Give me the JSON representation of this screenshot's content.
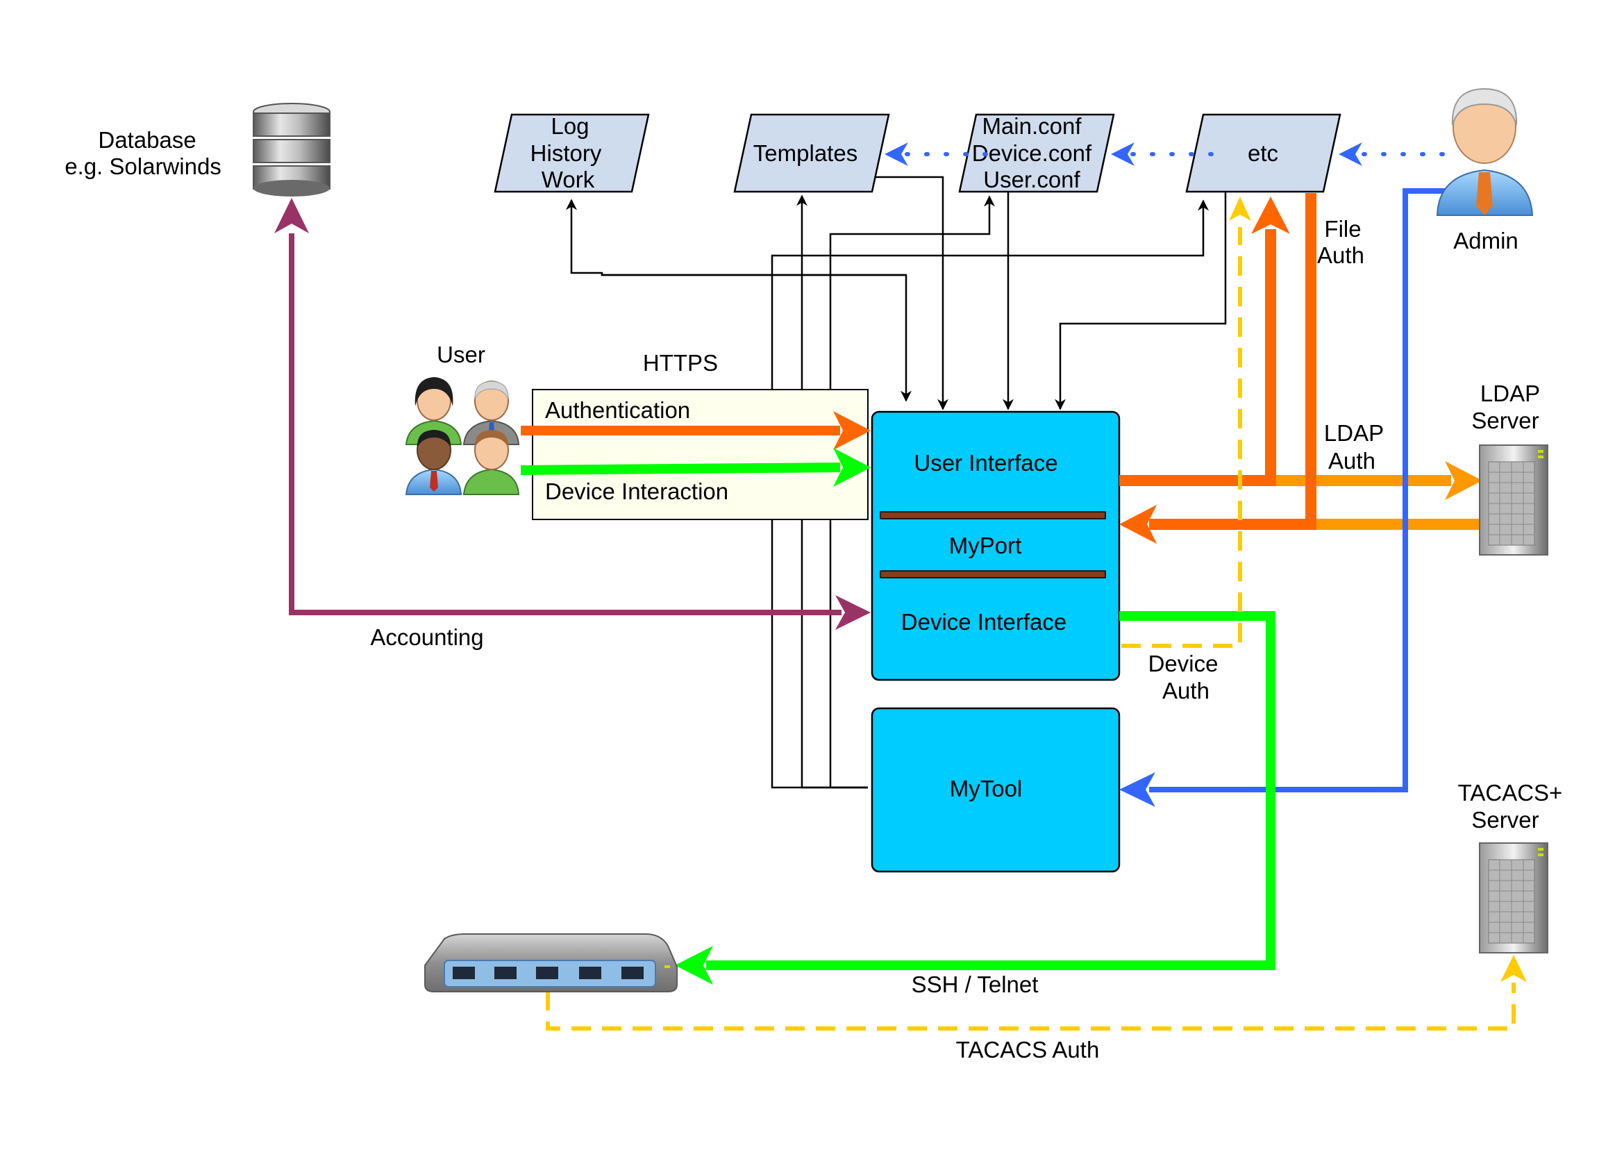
{
  "colors": {
    "box_fill": "#00ccff",
    "parallelogram_fill": "#cfdcee",
    "https_fill": "#ffffee",
    "orange": "#ff6600",
    "light_orange": "#ff9900",
    "green": "#00ff00",
    "blue": "#3366ff",
    "purple": "#993366",
    "yellow": "#ffcc00",
    "divider": "#8b3a1a"
  },
  "database": {
    "line1": "Database",
    "line2": "e.g. Solarwinds"
  },
  "files": {
    "log": {
      "line1": "Log",
      "line2": "History",
      "line3": "Work"
    },
    "templates": {
      "label": "Templates"
    },
    "conf": {
      "line1": "Main.conf",
      "line2": "Device.conf",
      "line3": "User.conf"
    },
    "etc": {
      "label": "etc"
    }
  },
  "admin": {
    "label": "Admin"
  },
  "user_group": {
    "label": "User"
  },
  "https": {
    "title": "HTTPS",
    "authentication": "Authentication",
    "device_interaction": "Device Interaction"
  },
  "myport": {
    "user_interface": "User Interface",
    "myport": "MyPort",
    "device_interface": "Device Interface"
  },
  "mytool": {
    "label": "MyTool"
  },
  "labels": {
    "file_auth_1": "File",
    "file_auth_2": "Auth",
    "ldap_auth_1": "LDAP",
    "ldap_auth_2": "Auth",
    "device_auth_1": "Device",
    "device_auth_2": "Auth",
    "accounting": "Accounting",
    "ssh_telnet": "SSH / Telnet",
    "tacacs_auth": "TACACS Auth"
  },
  "ldap_server": {
    "line1": "LDAP",
    "line2": "Server"
  },
  "tacacs_server": {
    "line1": "TACACS+",
    "line2": "Server"
  },
  "icons": [
    "database-icon",
    "admin-person-icon",
    "user-group-icon",
    "ldap-server-icon",
    "tacacs-server-icon",
    "network-switch-icon"
  ]
}
